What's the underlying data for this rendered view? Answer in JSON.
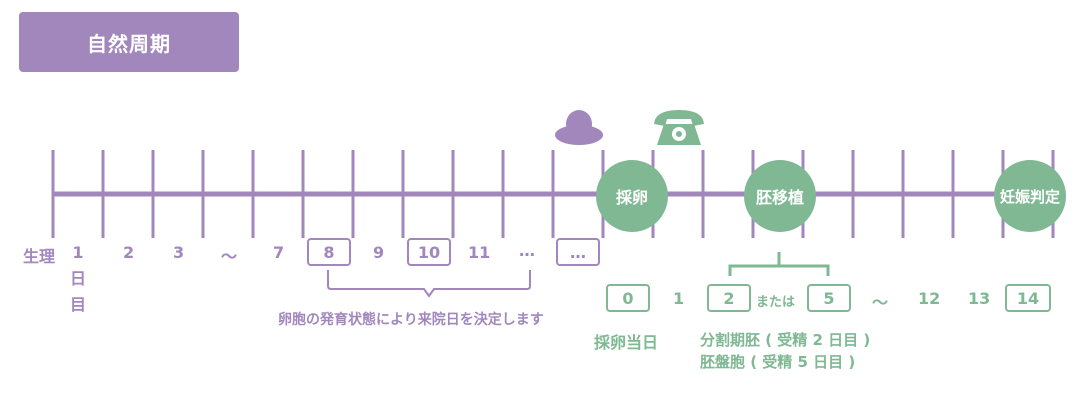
{
  "header": {
    "title": "自然周期"
  },
  "timeline": {
    "start_label": "生理",
    "day1_number": "1",
    "day1_unit_1": "日",
    "day1_unit_2": "目",
    "purple_days": [
      "2",
      "3",
      "～",
      "7",
      "8",
      "9",
      "10",
      "11",
      "…",
      "…"
    ],
    "purple_note": "卵胞の発育状態により来院日を決定します",
    "green_days": [
      "0",
      "1",
      "2",
      "または",
      "5",
      "～",
      "12",
      "13",
      "14"
    ],
    "milestones": {
      "retrieval": "採卵",
      "transfer": "胚移植",
      "pregnancy": "妊娠判定"
    },
    "retrieval_day_label": "採卵当日",
    "transfer_note_line1": "分割期胚 ( 受精 2 日目 )",
    "transfer_note_line2": "胚盤胞 ( 受精 5 日目 )"
  },
  "icons": [
    "ovum-icon",
    "telephone-icon"
  ],
  "colors": {
    "purple": "#a287bd",
    "green": "#7fb893",
    "white": "#ffffff"
  }
}
